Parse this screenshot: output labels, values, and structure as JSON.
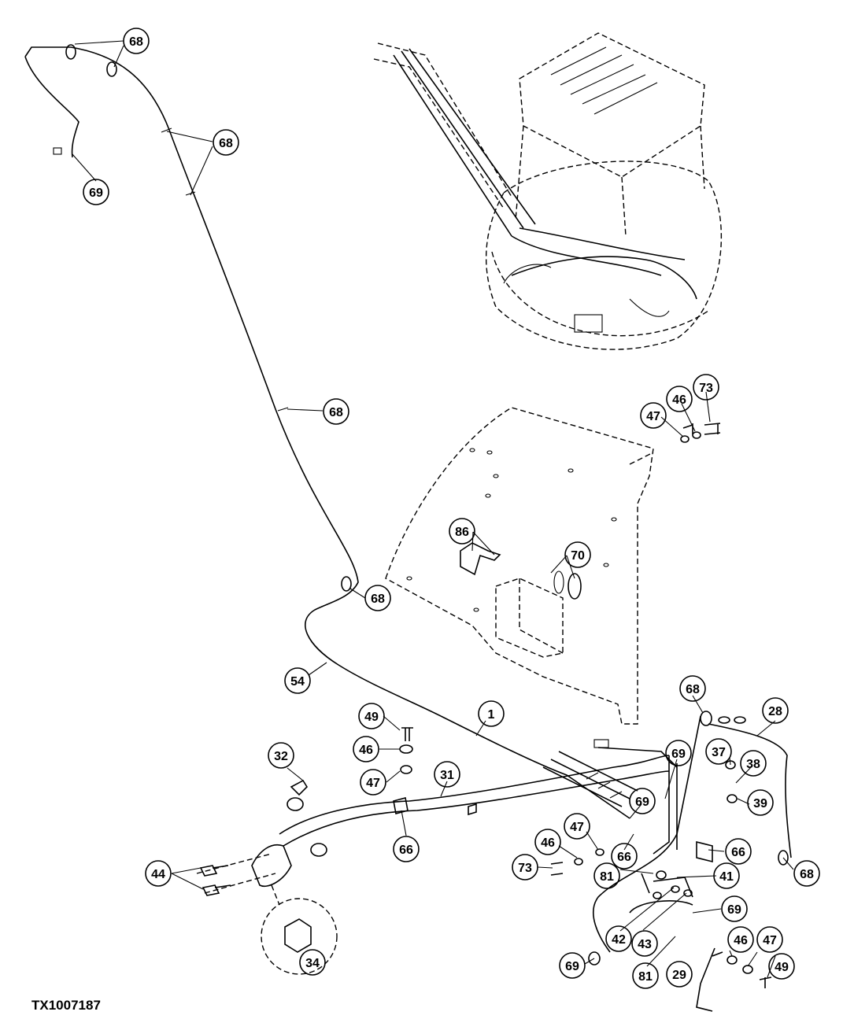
{
  "figure_id": "TX1007187",
  "callouts": [
    {
      "label": "68"
    },
    {
      "label": "69"
    },
    {
      "label": "68"
    },
    {
      "label": "68"
    },
    {
      "label": "68"
    },
    {
      "label": "54"
    },
    {
      "label": "73"
    },
    {
      "label": "46"
    },
    {
      "label": "47"
    },
    {
      "label": "86"
    },
    {
      "label": "70"
    },
    {
      "label": "1"
    },
    {
      "label": "49"
    },
    {
      "label": "46"
    },
    {
      "label": "47"
    },
    {
      "label": "32"
    },
    {
      "label": "31"
    },
    {
      "label": "66"
    },
    {
      "label": "44"
    },
    {
      "label": "34"
    },
    {
      "label": "68"
    },
    {
      "label": "28"
    },
    {
      "label": "69"
    },
    {
      "label": "37"
    },
    {
      "label": "38"
    },
    {
      "label": "39"
    },
    {
      "label": "69"
    },
    {
      "label": "47"
    },
    {
      "label": "46"
    },
    {
      "label": "66"
    },
    {
      "label": "66"
    },
    {
      "label": "73"
    },
    {
      "label": "81"
    },
    {
      "label": "41"
    },
    {
      "label": "68"
    },
    {
      "label": "69"
    },
    {
      "label": "42"
    },
    {
      "label": "43"
    },
    {
      "label": "81"
    },
    {
      "label": "29"
    },
    {
      "label": "46"
    },
    {
      "label": "47"
    },
    {
      "label": "49"
    },
    {
      "label": "69"
    }
  ]
}
